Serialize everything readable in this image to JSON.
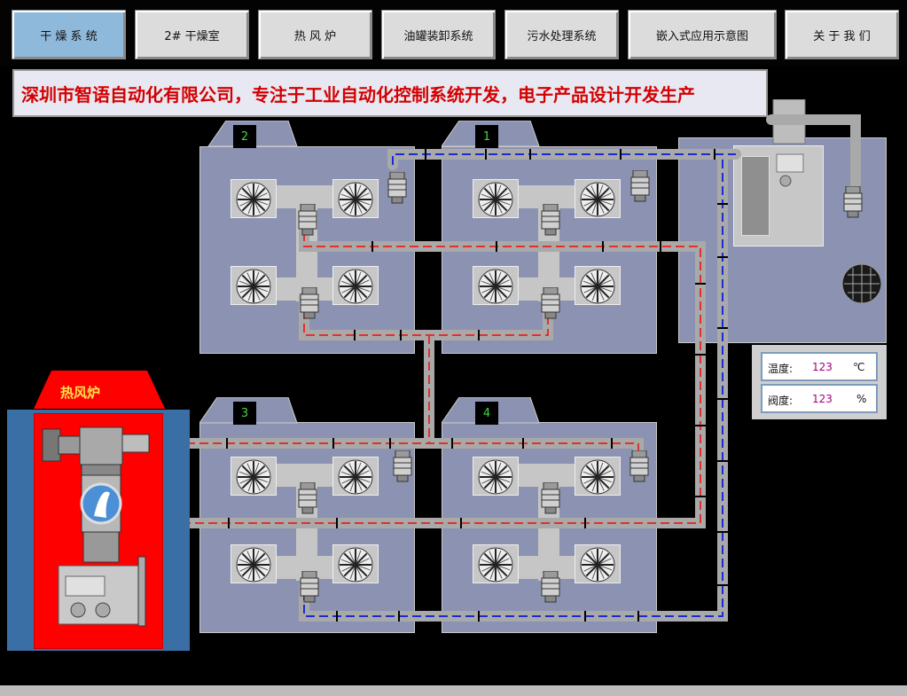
{
  "nav": {
    "items": [
      {
        "label": "干 燥 系 统"
      },
      {
        "label": "2# 干燥室"
      },
      {
        "label": "热 风 炉"
      },
      {
        "label": "油罐装卸系统"
      },
      {
        "label": "污水处理系统"
      },
      {
        "label": "嵌入式应用示意图"
      },
      {
        "label": "关 于 我 们"
      }
    ]
  },
  "banner": {
    "text": "深圳市智语自动化有限公司，专注于工业自动化控制系统开发，电子产品设计开发生产"
  },
  "rooms": [
    {
      "number": "2"
    },
    {
      "number": "1"
    },
    {
      "number": "3"
    },
    {
      "number": "4"
    }
  ],
  "heater": {
    "title": "热风炉"
  },
  "readouts": {
    "temperature": {
      "label": "温度:",
      "value": "123",
      "unit": "℃"
    },
    "humidity": {
      "label": "阀度:",
      "value": "123",
      "unit": "%"
    }
  },
  "colors": {
    "active_tab": "#8fb9da",
    "hot_pipe": "#e03030",
    "cold_pipe": "#1a2cd0",
    "heater_body": "#ff0000",
    "room": "#8c93b2"
  }
}
